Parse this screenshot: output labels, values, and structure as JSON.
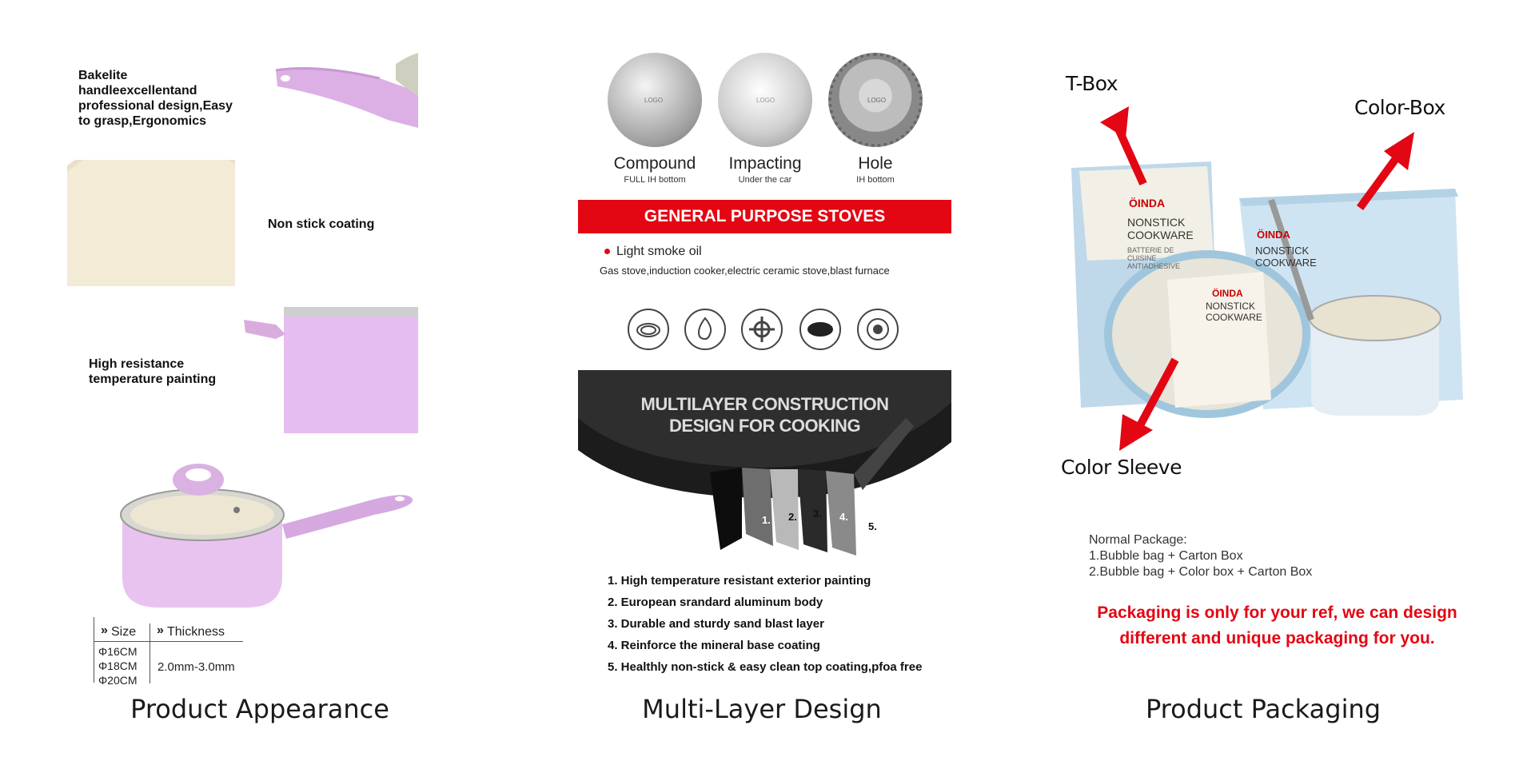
{
  "columns": {
    "appearance": {
      "caption": "Product Appearance",
      "features": {
        "handle": "Bakelite handleexcellentand professional design,Easy to grasp,Ergonomics",
        "coating": "Non stick coating",
        "painting": "High resistance temperature painting"
      },
      "size_table": {
        "size_header": "Size",
        "thickness_header": "Thickness",
        "sizes": [
          "Φ16CM",
          "Φ18CM",
          "Φ20CM"
        ],
        "thickness": "2.0mm-3.0mm"
      }
    },
    "multilayer": {
      "caption": "Multi-Layer Design",
      "bottoms": [
        {
          "name": "Compound",
          "sub": "FULL IH bottom",
          "logo": "LOGO"
        },
        {
          "name": "Impacting",
          "sub": "Under the car",
          "logo": "LOGO"
        },
        {
          "name": "Hole",
          "sub": "IH bottom",
          "logo": "LOGO"
        }
      ],
      "stoves_title": "GENERAL PURPOSE STOVES",
      "bullet": "Light smoke oil",
      "stoves_list": "Gas stove,induction cooker,electric ceramic stove,blast furnace",
      "stove_icons": [
        "induction-coil-icon",
        "flame-icon",
        "gas-burner-icon",
        "ceramic-plate-icon",
        "blast-furnace-icon"
      ],
      "construction_title_1": "MULTILAYER CONSTRUCTION",
      "construction_title_2": "DESIGN FOR COOKING",
      "layer_numbers": [
        "1.",
        "2.",
        "3.",
        "4.",
        "5."
      ],
      "layers": [
        "1. High temperature resistant exterior painting",
        "2. European srandard aluminum body",
        "3. Durable and sturdy sand blast layer",
        "4. Reinforce the mineral base coating",
        "5. Healthly non-stick & easy clean top coating,pfoa free"
      ]
    },
    "packaging": {
      "caption": "Product Packaging",
      "labels": {
        "tbox": "T-Box",
        "colorbox": "Color-Box",
        "sleeve": "Color Sleeve"
      },
      "box_brand": "ÖINDA",
      "box_title": "NONSTICK COOKWARE",
      "box_sub": "BATTERIE DE CUISINE ANTIADHESIVE",
      "sleeve_title": "NONSTICK COOKWARE",
      "normal_package_title": "Normal Package:",
      "normal_package_lines": [
        "1.Bubble bag + Carton Box",
        "2.Bubble bag + Color box + Carton Box"
      ],
      "note": "Packaging is only for your ref, we can design different and unique packaging for you."
    }
  },
  "colors": {
    "accent_red": "#e30613",
    "lilac": "#e3b9ea",
    "cream": "#f2ead3"
  }
}
